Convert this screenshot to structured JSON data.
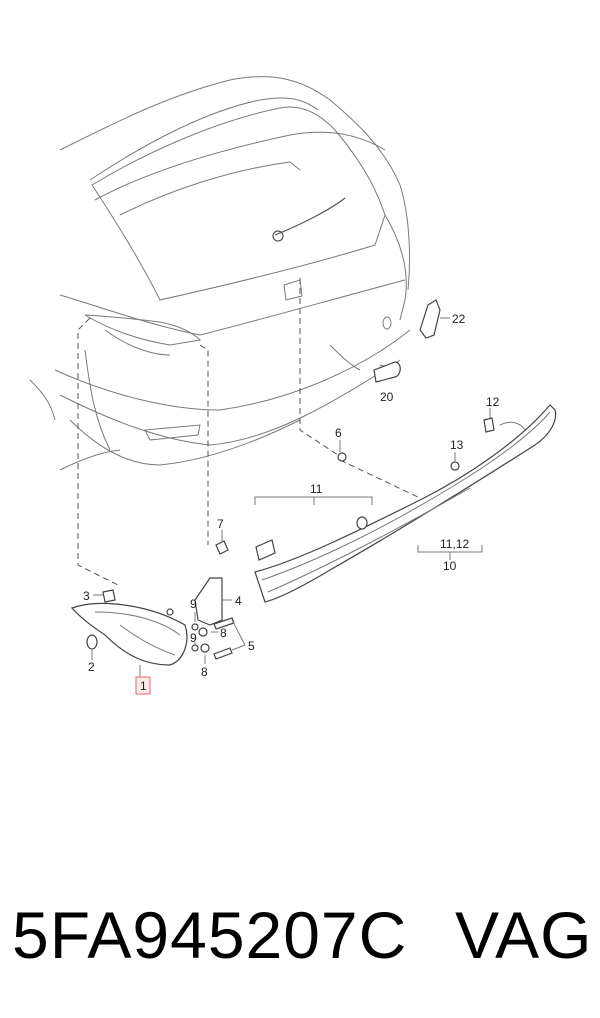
{
  "callouts": {
    "c1": "1",
    "c2": "2",
    "c3": "3",
    "c4": "4",
    "c5": "5",
    "c6": "6",
    "c7": "7",
    "c8a": "8",
    "c8b": "8",
    "c9a": "9",
    "c9b": "9",
    "c10": "10",
    "c11": "11",
    "c1112": "11,12",
    "c12": "12",
    "c13": "13",
    "c20": "20",
    "c22": "22"
  },
  "footer": {
    "part_number": "5FA945207C",
    "brand": "VAG"
  },
  "colors": {
    "highlight": "#e06a6a",
    "highlight_fill": "#fdeaea"
  }
}
